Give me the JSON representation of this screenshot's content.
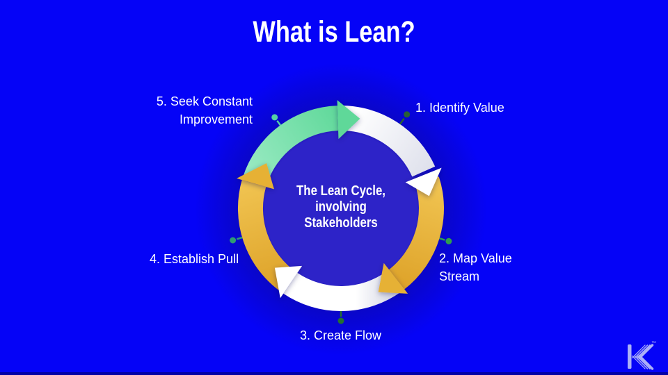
{
  "slide": {
    "title": "What is Lean?",
    "background_color": "#0503f7"
  },
  "diagram": {
    "center_label": "The Lean Cycle,\ninvolving\nStakeholders",
    "steps": [
      {
        "id": 1,
        "label": "1. Identify Value",
        "dot_color": "#2a5f36",
        "arc_color": "white"
      },
      {
        "id": 2,
        "label": "2. Map Value\nStream",
        "dot_color": "#2f9e4f",
        "arc_color": "yellow"
      },
      {
        "id": 3,
        "label": "3. Create Flow",
        "dot_color": "#24702f",
        "arc_color": "white"
      },
      {
        "id": 4,
        "label": "4. Establish Pull",
        "dot_color": "#2f9c74",
        "arc_color": "yellow"
      },
      {
        "id": 5,
        "label": "5. Seek Constant\nImprovement",
        "dot_color": "#55d2a5",
        "arc_color": "green"
      }
    ],
    "colors": {
      "background": "#0503f7",
      "inner_disc": "#2d23c8",
      "arc_green_light": "#96e9c0",
      "arc_green": "#5ed899",
      "arc_white": "#ffffff",
      "arc_white_shade": "#dfe1ec",
      "arc_yellow_light": "#f0c350",
      "arc_yellow": "#e6b134",
      "arc_yellow_deep": "#dfa52c",
      "text": "#ffffff"
    }
  },
  "logo": {
    "letter": "K",
    "trademark": "™",
    "color": "#c9cff7"
  }
}
